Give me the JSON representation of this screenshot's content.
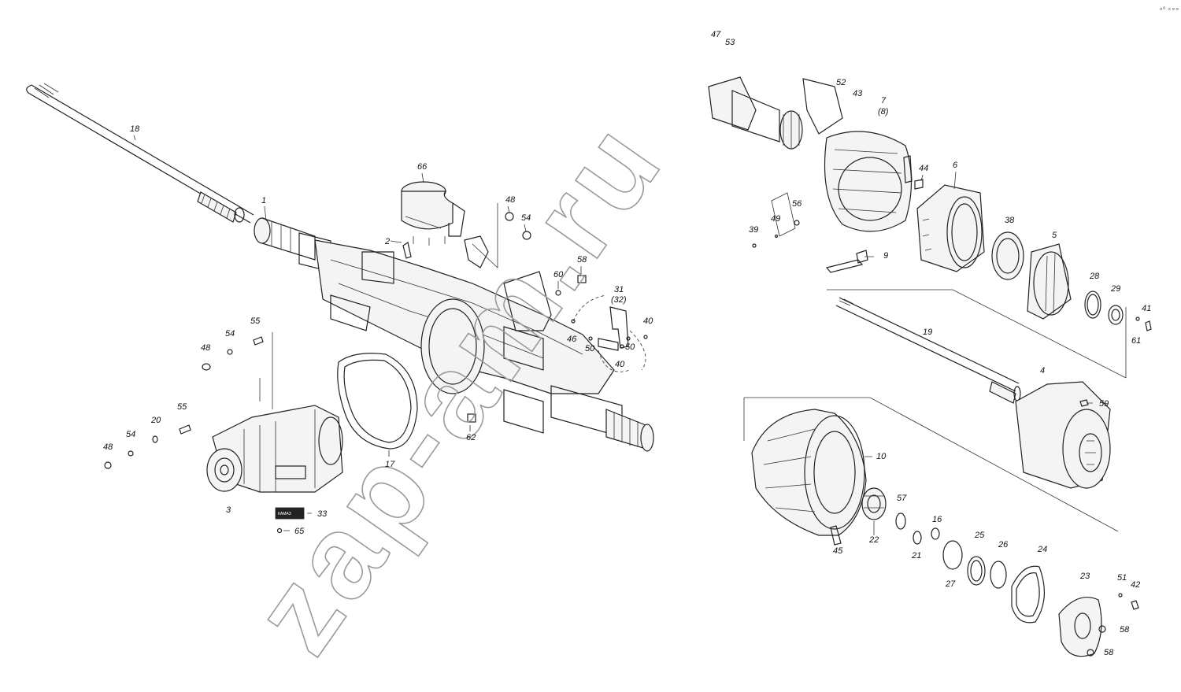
{
  "watermark": "zap-am.ru",
  "corner_mark": "∘⁰ ∘∘∘",
  "nameplate_text": "КАМАЗ",
  "callouts": [
    "18",
    "1",
    "66",
    "48",
    "54",
    "2",
    "60",
    "58",
    "31",
    "(32)",
    "40",
    "46",
    "50",
    "50",
    "40",
    "55",
    "54",
    "48",
    "55",
    "20",
    "54",
    "48",
    "3",
    "33",
    "65",
    "17",
    "62",
    "47",
    "53",
    "52",
    "43",
    "7",
    "(8)",
    "44",
    "6",
    "39",
    "49",
    "56",
    "9",
    "38",
    "5",
    "28",
    "29",
    "41",
    "61",
    "19",
    "4",
    "59",
    "10",
    "57",
    "22",
    "45",
    "16",
    "21",
    "25",
    "26",
    "27",
    "24",
    "23",
    "51",
    "42",
    "58",
    "58"
  ]
}
